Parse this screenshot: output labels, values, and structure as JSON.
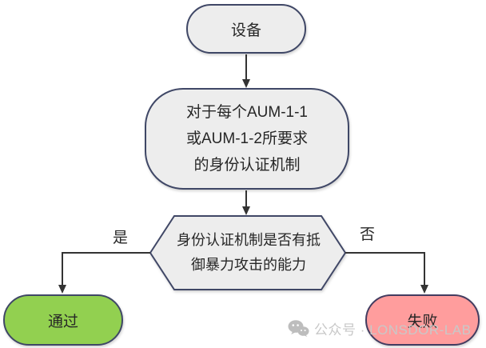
{
  "diagram": {
    "nodes": {
      "start": {
        "label": "设备",
        "shape": "rounded-terminator",
        "fill": "#ededed"
      },
      "process": {
        "label": "对于每个AUM-1-1\n或AUM-1-2所要求\n的身份认证机制",
        "shape": "rounded-process",
        "fill": "#ededed"
      },
      "decision": {
        "label": "身份认证机制是否有抵\n御暴力攻击的能力",
        "shape": "hexagon",
        "fill": "#ededed"
      },
      "pass": {
        "label": "通过",
        "shape": "rounded-terminator",
        "fill": "#92d050"
      },
      "fail": {
        "label": "失败",
        "shape": "rounded-terminator",
        "fill": "#ff9d9d"
      }
    },
    "edges": [
      {
        "from": "start",
        "to": "process",
        "label": ""
      },
      {
        "from": "process",
        "to": "decision",
        "label": ""
      },
      {
        "from": "decision",
        "to": "pass",
        "label": "是"
      },
      {
        "from": "decision",
        "to": "fail",
        "label": "否"
      }
    ],
    "colors": {
      "node_fill": "#ededed",
      "node_border": "#3f4766",
      "pass_fill": "#92d050",
      "fail_fill": "#ff9d9d",
      "arrow": "#333333",
      "text": "#262626",
      "watermark": "#c8c8c8"
    }
  },
  "watermark": {
    "icon": "wechat-bubbles-icon",
    "text": "公众号 · LONSDOR-LAB"
  }
}
